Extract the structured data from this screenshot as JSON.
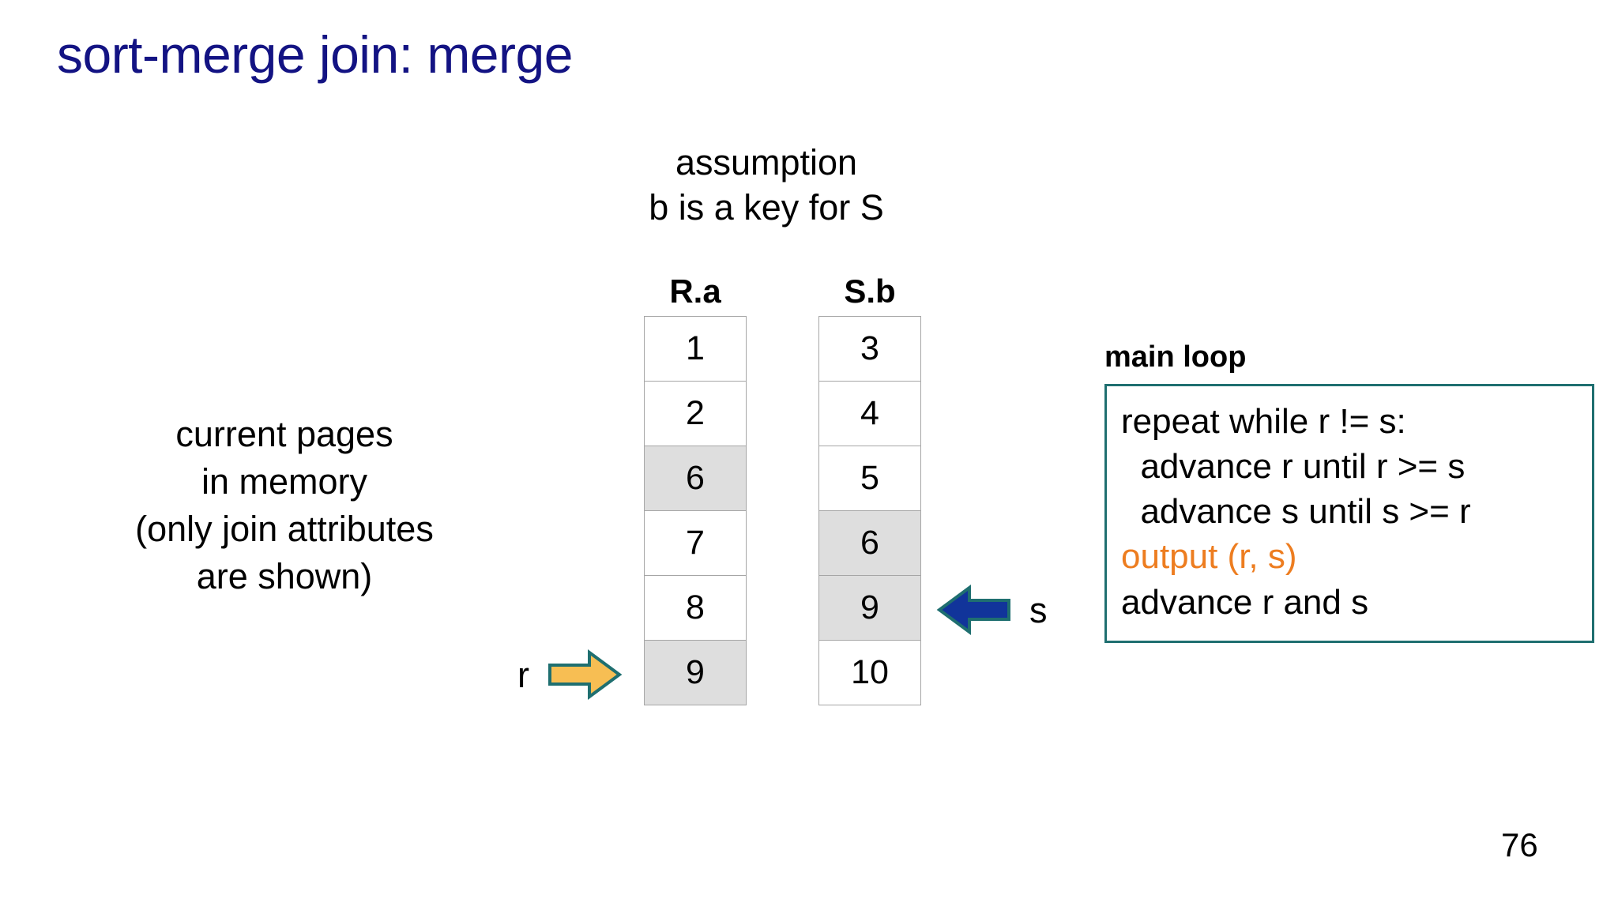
{
  "slide": {
    "title": "sort-merge join: merge",
    "title_color": "#131383",
    "page_number": "76"
  },
  "assumption": {
    "line1": "assumption",
    "line2": "b is a key for S"
  },
  "left_caption": {
    "line1": "current pages",
    "line2": "in memory",
    "line3": "(only join attributes",
    "line4": "are shown)"
  },
  "columns": {
    "R": {
      "header": "R.a",
      "cells": [
        {
          "value": "1",
          "shaded": false
        },
        {
          "value": "2",
          "shaded": false
        },
        {
          "value": "6",
          "shaded": true
        },
        {
          "value": "7",
          "shaded": false
        },
        {
          "value": "8",
          "shaded": false
        },
        {
          "value": "9",
          "shaded": true
        }
      ]
    },
    "S": {
      "header": "S.b",
      "cells": [
        {
          "value": "3",
          "shaded": false
        },
        {
          "value": "4",
          "shaded": false
        },
        {
          "value": "5",
          "shaded": false
        },
        {
          "value": "6",
          "shaded": true
        },
        {
          "value": "9",
          "shaded": true
        },
        {
          "value": "10",
          "shaded": false
        }
      ]
    }
  },
  "pointers": {
    "r": {
      "label": "r",
      "direction": "right",
      "fill": "#F7BE53",
      "stroke": "#1f6f70"
    },
    "s": {
      "label": "s",
      "direction": "left",
      "fill": "#11349A",
      "stroke": "#1f6f70"
    }
  },
  "main_loop": {
    "title": "main loop",
    "border_color": "#1f6f70",
    "accent_color": "#ED7D20",
    "lines": [
      {
        "text": "repeat while r != s:",
        "accent": false
      },
      {
        "text": "  advance r until r >= s",
        "accent": false
      },
      {
        "text": "  advance s until s >= r",
        "accent": false
      },
      {
        "text": "output (r, s)",
        "accent": true
      },
      {
        "text": "advance r and s",
        "accent": false
      }
    ]
  }
}
